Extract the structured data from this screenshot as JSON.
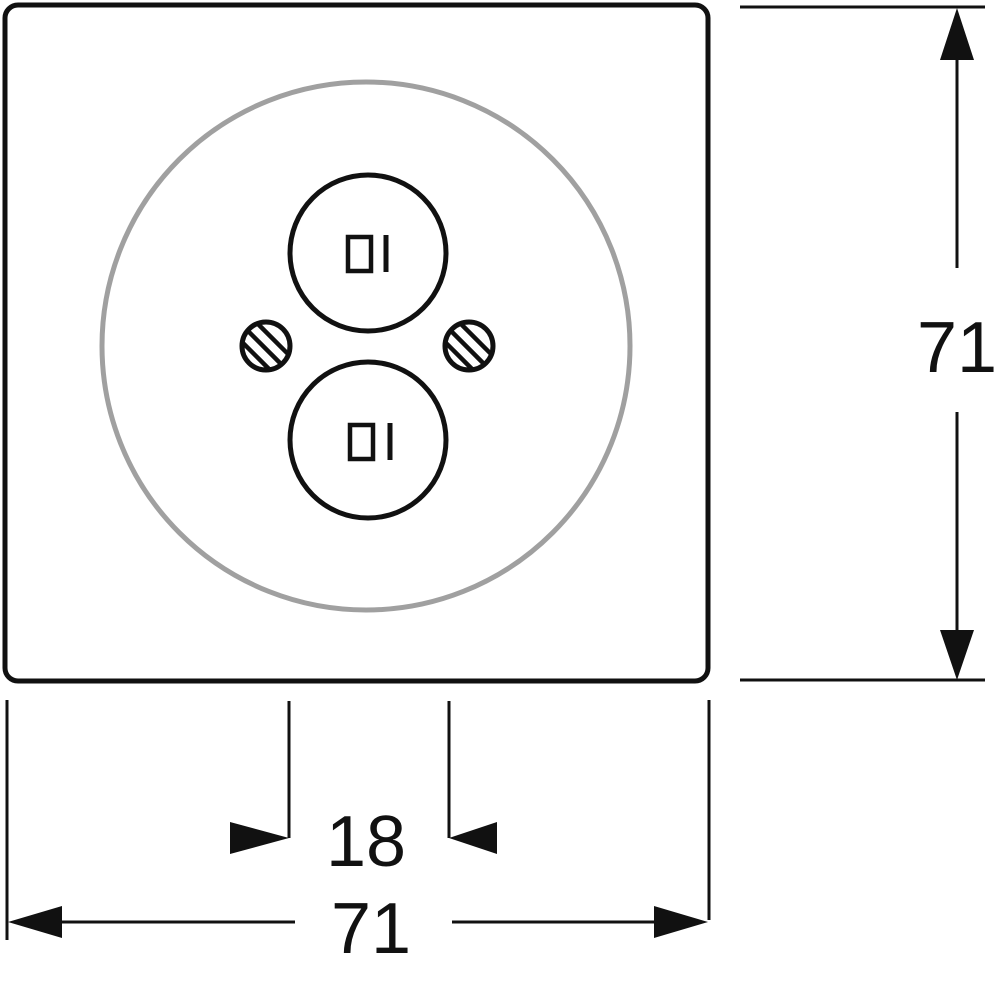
{
  "dimensions": {
    "height_label": "71",
    "width_label": "71",
    "spacing_label": "18"
  },
  "colors": {
    "line": "#111111",
    "ring": "#a0a0a0",
    "background": "#ffffff"
  }
}
